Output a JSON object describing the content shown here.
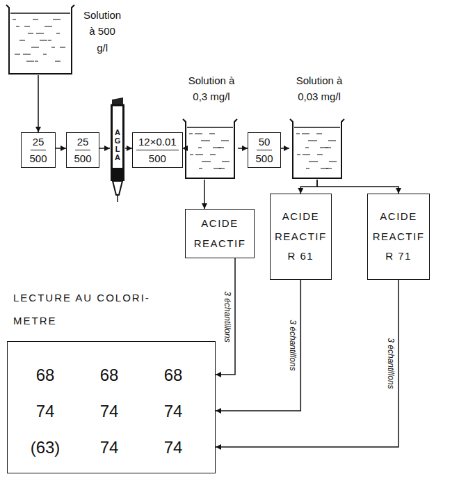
{
  "diagram": {
    "nodes": [
      {
        "text": [
          "Solution à 500 g/l"
        ]
      },
      {
        "text": [
          "25",
          "500"
        ]
      },
      {
        "text": [
          "25",
          "500"
        ]
      },
      {
        "text": [
          "AGLA"
        ]
      },
      {
        "text": [
          "12×0.01",
          "500"
        ]
      },
      {
        "text": [
          "Solution à 0,3 mg/l"
        ]
      },
      {
        "text": [
          "50",
          "500"
        ]
      },
      {
        "text": [
          "Solution à 0,03 mg/l"
        ]
      },
      {
        "text": [
          "ACIDE REACTIF"
        ]
      },
      {
        "text": [
          "ACIDE REACTIF",
          "R 61"
        ]
      },
      {
        "text": [
          "ACIDE REACTIF",
          "R 71"
        ]
      },
      {
        "text": [
          "LECTURE AU COLORI- METRE",
          "68",
          "68",
          "68",
          "74",
          "74",
          "74",
          "(63)",
          "74",
          "74"
        ]
      }
    ],
    "edges": [
      {
        "from": 0,
        "to": 1,
        "arrow": "to"
      },
      {
        "from": 1,
        "to": 2,
        "arrow": "to"
      },
      {
        "from": 2,
        "to": 3,
        "arrow": "to"
      },
      {
        "from": 3,
        "to": 4,
        "arrow": "to"
      },
      {
        "from": 4,
        "to": 5,
        "arrow": "to"
      },
      {
        "from": 5,
        "to": 6,
        "arrow": "to"
      },
      {
        "from": 6,
        "to": 7,
        "arrow": "to"
      },
      {
        "from": 5,
        "to": 8,
        "arrow": "to"
      },
      {
        "from": 7,
        "to": 9,
        "arrow": "to"
      },
      {
        "from": 7,
        "to": 10,
        "arrow": "to"
      },
      {
        "from": 8,
        "to": 11,
        "label": "3 échantillons",
        "arrow": "to"
      },
      {
        "from": 9,
        "to": 11,
        "label": "3 échantillons",
        "arrow": "to"
      },
      {
        "from": 10,
        "to": 11,
        "label": "3 échantillons",
        "arrow": "to"
      }
    ]
  }
}
